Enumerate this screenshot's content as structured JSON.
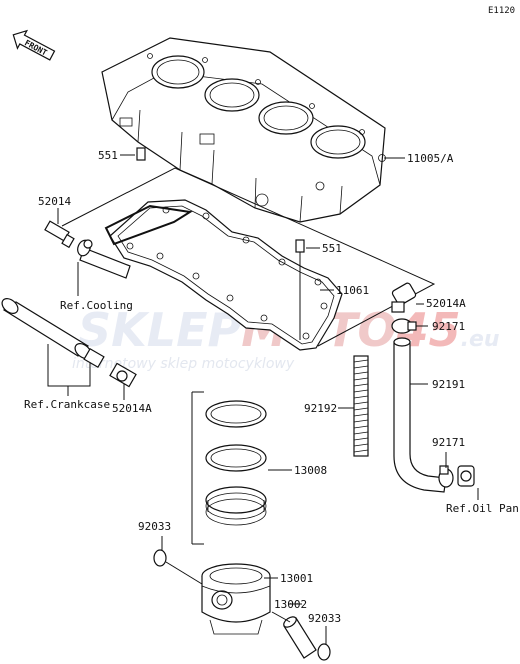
{
  "diagram_code": "E1120",
  "front_label": "FRONT",
  "watermark": {
    "brand_a": "SKLEP",
    "brand_b": "MOTO",
    "brand_c": "45",
    "tld": ".eu",
    "tagline": "internetowy sklep motocyklowy"
  },
  "colors": {
    "brand_red": "#e03a3a",
    "brand_gray": "#c9cfdc",
    "line": "#111111"
  },
  "callouts": {
    "p551_top": "551",
    "p11005a": "11005/A",
    "p52014": "52014",
    "p551_mid": "551",
    "p11061": "11061",
    "p52014a_right": "52014A",
    "p92171_top": "92171",
    "p92191": "92191",
    "p92192": "92192",
    "p13008": "13008",
    "p92171_bottom": "92171",
    "p52014a_left": "52014A",
    "p92033_left": "92033",
    "p13001": "13001",
    "p13002": "13002",
    "p92033_right": "92033"
  },
  "references": {
    "cooling": "Ref.Cooling",
    "crankcase": "Ref.Crankcase",
    "oil_pan": "Ref.Oil Pan"
  }
}
